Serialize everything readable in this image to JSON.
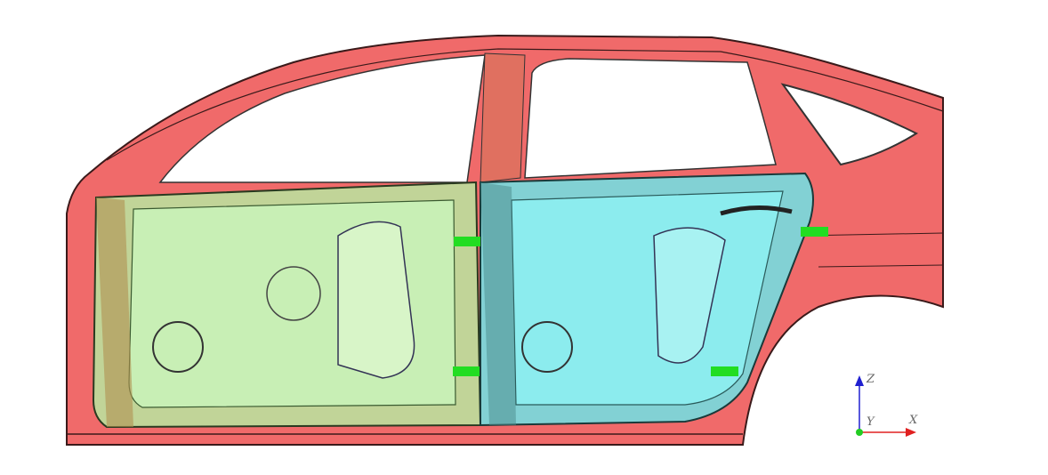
{
  "colors": {
    "body": "#f06a6a",
    "body_outline": "#3a1a1a",
    "front_door": "#b8e6a0",
    "rear_door": "#6fe3e6",
    "markers": "#22dd22",
    "axis_x": "#e02020",
    "axis_z": "#2020d0",
    "axis_origin": "#22cc22"
  },
  "axes": {
    "x_label": "X",
    "y_label": "Y",
    "z_label": "Z"
  }
}
